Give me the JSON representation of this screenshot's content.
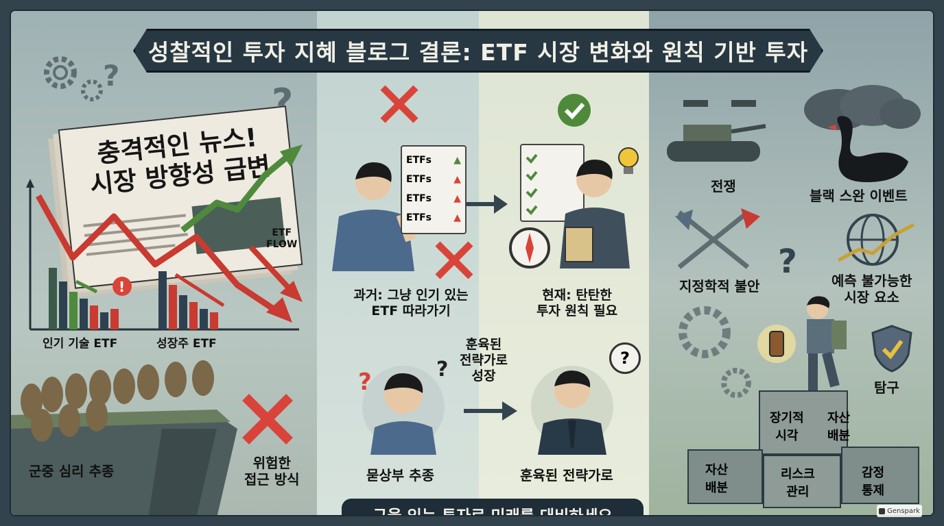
{
  "title": "성찰적인 투자 지혜 블로그 결론: ETF 시장 변화와 원칙 기반 투자",
  "news": {
    "headline_line1": "충격적인 뉴스!",
    "headline_line2": "시장 방향성 급변"
  },
  "left_panel": {
    "etf_flow": "ETF\nFLOW",
    "popular_tech_etf": "인기 기술 ETF",
    "growth_etf": "성장주 ETF",
    "herd": "군중 심리 추종",
    "risky": "위험한\n접근 방식"
  },
  "middle_panel": {
    "etf_list": [
      "ETFs",
      "ETFs",
      "ETFs",
      "ETFs"
    ],
    "past": "과거: 그냥 인기 있는\nETF 따라가기",
    "present": "현재: 탄탄한\n투자 원칙 필요",
    "growth_caption": "훈육된\n전략가로\n성장",
    "blind_follow": "묻상부 추종",
    "disciplined": "훈육된 전략가로",
    "bottom_banner": "규율 있는 투자로 미래를 대비하세요"
  },
  "right_panel": {
    "war": "전쟁",
    "black_swan": "블랙 스완 이벤트",
    "geopolitical": "지정학적 불안",
    "unpredictable": "예측 불가능한\n시장 요소",
    "explore": "탐구",
    "blocks": [
      "장기적\n시각",
      "자산\n배분",
      "자산\n배분",
      "리스크\n관리",
      "감정\n통제"
    ]
  },
  "watermark": "Genspark",
  "colors": {
    "accent_red": "#d9443a",
    "accent_green": "#4f8a3c",
    "banner": "#273843"
  }
}
